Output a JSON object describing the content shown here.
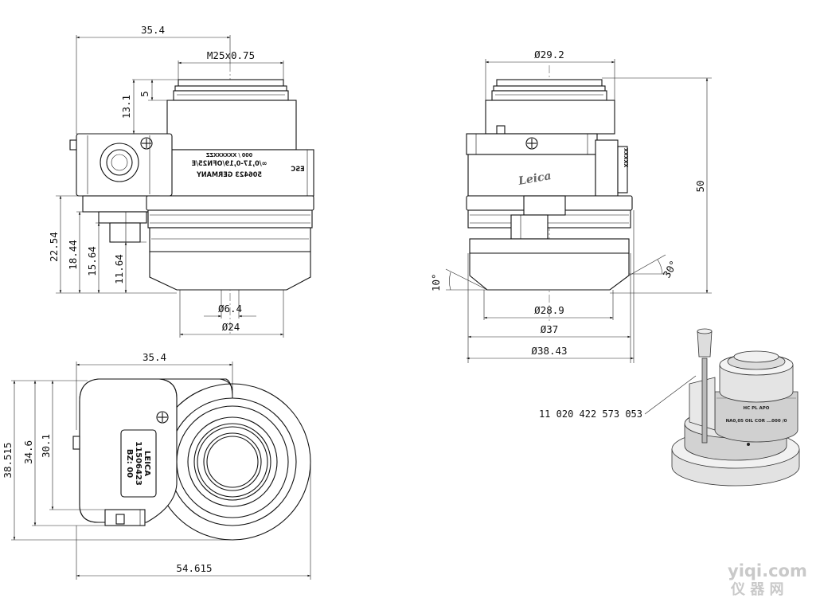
{
  "front_view": {
    "dim_total_width": "35.4",
    "dim_thread": "M25x0.75",
    "dim_thread_height": "5",
    "dim_upper_height": "13.1",
    "dim_22_54": "22.54",
    "dim_18_44": "18.44",
    "dim_15_64": "15.64",
    "dim_11_64": "11.64",
    "dim_bore": "Ø6.4",
    "dim_outer": "Ø24",
    "engraving": [
      "∞/0,17-0,19/OFN25/E",
      "506423 GERMANY",
      "000 / XXXXXXZZ",
      "ESC"
    ]
  },
  "side_view": {
    "dim_top": "Ø29.2",
    "dim_height": "50",
    "dim_angle_left": "10°",
    "dim_angle_right": "30°",
    "dim_28_9": "Ø28.9",
    "dim_37": "Ø37",
    "dim_38_43": "Ø38.43",
    "logo": "Leica",
    "side_engraving": "XXXXX"
  },
  "top_view": {
    "dim_width": "35.4",
    "dim_38_515": "38.515",
    "dim_34_6": "34.6",
    "dim_30_1": "30.1",
    "dim_total": "54.615",
    "label_lines": [
      "LEICA",
      "11506423",
      "BZ: 00"
    ]
  },
  "iso_view": {
    "part_number": "11 020 422 573 053",
    "ring_text": [
      "HC PL APO",
      "NA0,05 OIL COR ...000 /0"
    ]
  },
  "watermark": {
    "site": "yiqi.com",
    "cn": "仪 器 网"
  }
}
